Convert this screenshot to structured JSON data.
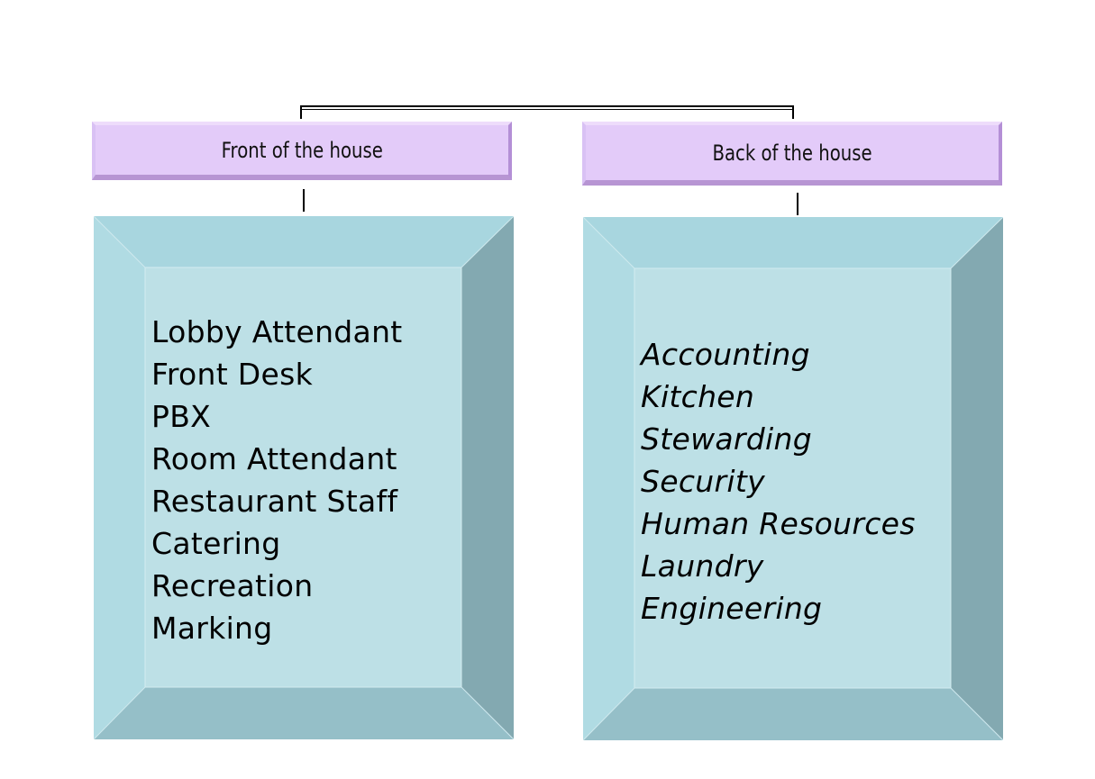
{
  "diagram": {
    "left": {
      "title": "Front of the house",
      "items": [
        "Lobby Attendant",
        "Front Desk",
        "PBX",
        "Room Attendant",
        "Restaurant Staff",
        "Catering",
        "Recreation",
        "Marking"
      ]
    },
    "right": {
      "title": "Back of the house",
      "items": [
        "Accounting",
        "Kitchen",
        "Stewarding",
        "Security",
        "Human Resources",
        "Laundry",
        "Engineering"
      ]
    },
    "colors": {
      "header_fill": "#e3cbf9",
      "panel_top": "#a8d6df",
      "panel_left": "#b0dbe3",
      "panel_right": "#83a9b1",
      "panel_bottom": "#95bfc8",
      "panel_center": "#bde0e6"
    }
  }
}
